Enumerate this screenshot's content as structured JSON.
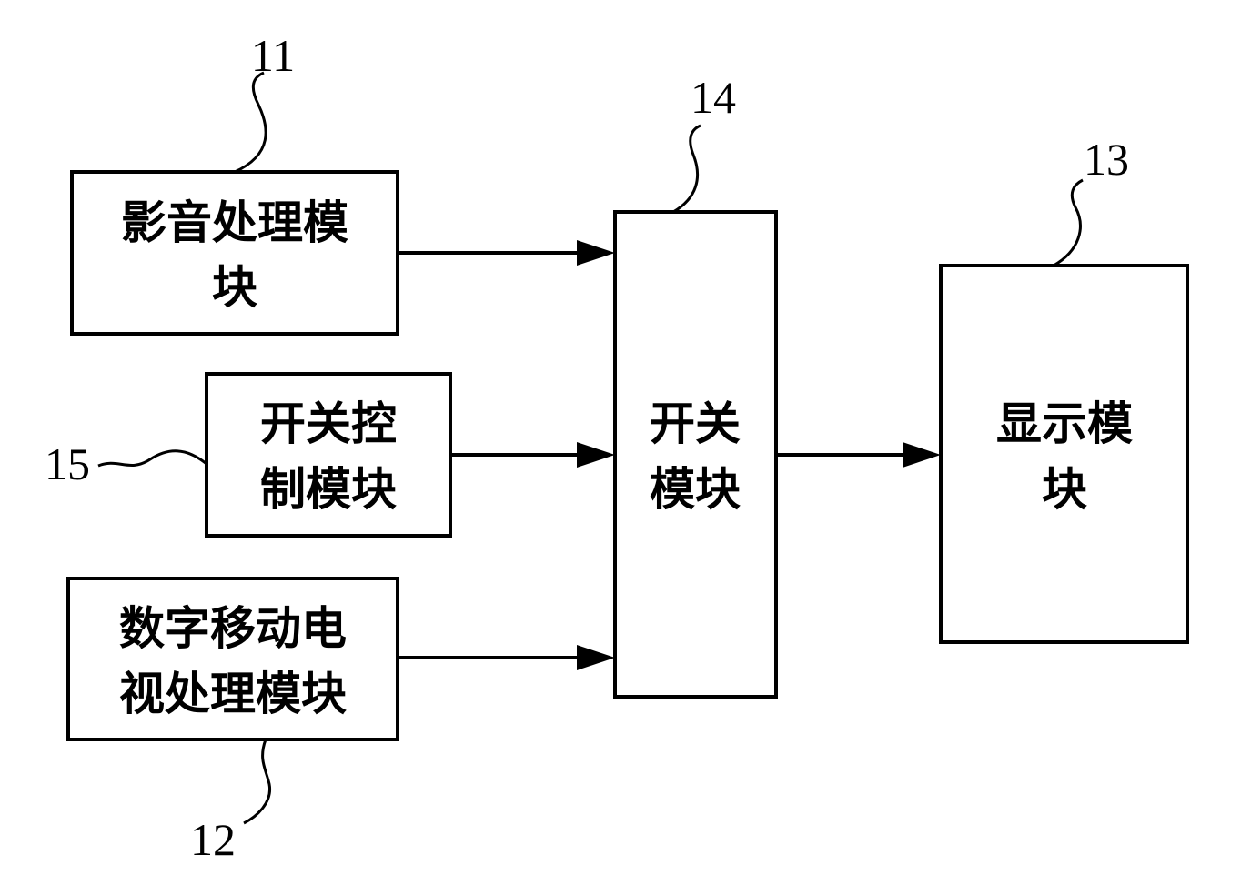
{
  "modules": {
    "av_processing": {
      "ref": "11",
      "lines": [
        "影音处理模",
        "块"
      ]
    },
    "dmtv_processing": {
      "ref": "12",
      "lines": [
        "数字移动电",
        "视处理模块"
      ]
    },
    "display": {
      "ref": "13",
      "lines": [
        "显示模",
        "块"
      ]
    },
    "switch": {
      "ref": "14",
      "lines": [
        "开关",
        "模块"
      ]
    },
    "switch_control": {
      "ref": "15",
      "lines": [
        "开关控",
        "制模块"
      ]
    }
  },
  "connections": [
    {
      "from": "11",
      "to": "14"
    },
    {
      "from": "15",
      "to": "14"
    },
    {
      "from": "12",
      "to": "14"
    },
    {
      "from": "14",
      "to": "13"
    }
  ]
}
